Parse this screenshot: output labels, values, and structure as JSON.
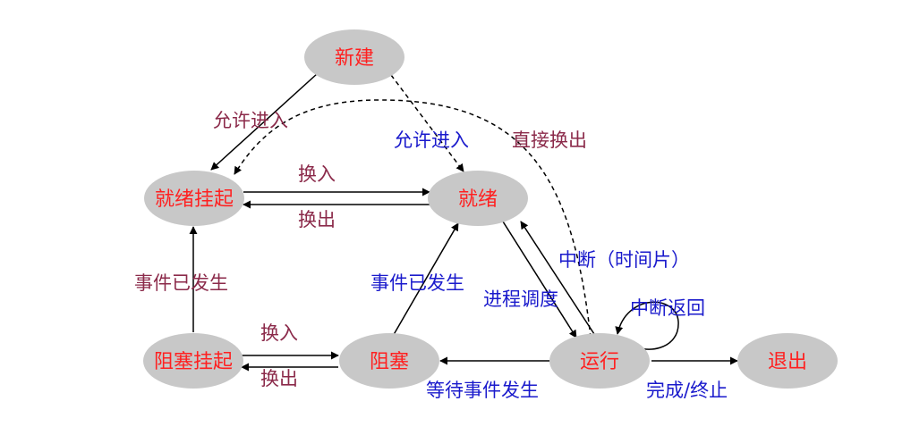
{
  "states": {
    "new": "新建",
    "ready_suspended": "就绪挂起",
    "ready": "就绪",
    "blocked_suspended": "阻塞挂起",
    "blocked": "阻塞",
    "running": "运行",
    "exit": "退出"
  },
  "transitions": {
    "new_to_ready_suspended": "允许进入",
    "new_to_ready": "允许进入",
    "running_to_ready_suspended": "直接换出",
    "swap_in_top": "换入",
    "swap_out_top": "换出",
    "event_occurred_left": "事件已发生",
    "event_occurred_center": "事件已发生",
    "interrupt_timeslice": "中断（时间片）",
    "dispatch": "进程调度",
    "interrupt_return": "中断返回",
    "swap_in_bottom": "换入",
    "swap_out_bottom": "换出",
    "wait_event": "等待事件发生",
    "complete": "完成/终止"
  },
  "colors": {
    "node_fill": "#c8c8c8",
    "node_text": "#ff2020",
    "label_maroon": "#8b2a4a",
    "label_blue": "#1a1acc",
    "edge": "#000000"
  }
}
